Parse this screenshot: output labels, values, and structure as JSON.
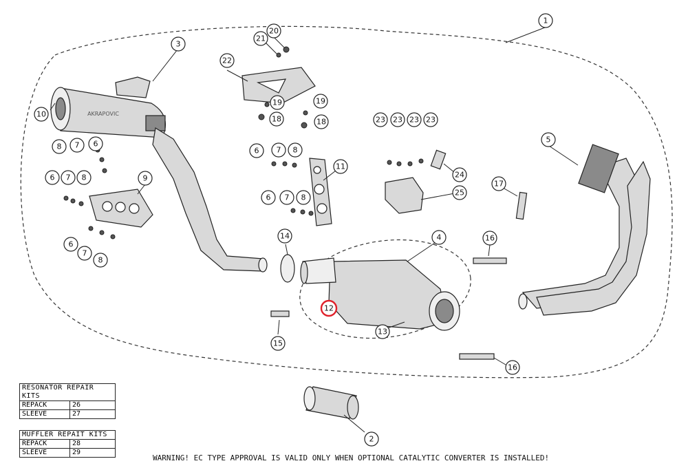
{
  "callouts": {
    "c1": "1",
    "c2": "2",
    "c3": "3",
    "c4": "4",
    "c5": "5",
    "c6a": "6",
    "c6b": "6",
    "c6c": "6",
    "c6d": "6",
    "c7a": "7",
    "c7b": "7",
    "c7c": "7",
    "c7d": "7",
    "c8a": "8",
    "c8b": "8",
    "c8c": "8",
    "c8d": "8",
    "c9": "9",
    "c10": "10",
    "c11": "11",
    "c12": "12",
    "c13": "13",
    "c14": "14",
    "c15": "15",
    "c16a": "16",
    "c16b": "16",
    "c17": "17",
    "c18a": "18",
    "c18b": "18",
    "c19a": "19",
    "c19b": "19",
    "c20": "20",
    "c21": "21",
    "c22": "22",
    "c23a": "23",
    "c23b": "23",
    "c23c": "23",
    "c23d": "23",
    "c24": "24",
    "c25": "25"
  },
  "brand_text": "AKRAPOVIC",
  "highlight_color": "#e0202a",
  "resonator_kits": {
    "title": "RESONATOR REPAIR KITS",
    "rows": [
      {
        "label": "REPACK",
        "value": "26"
      },
      {
        "label": "SLEEVE",
        "value": "27"
      }
    ]
  },
  "muffler_kits": {
    "title": "MUFFLER REPAIT KITS",
    "rows": [
      {
        "label": "REPACK",
        "value": "28"
      },
      {
        "label": "SLEEVE",
        "value": "29"
      }
    ]
  },
  "warning": "WARNING! EC TYPE APPROVAL IS VALID ONLY WHEN OPTIONAL CATALYTIC CONVERTER IS INSTALLED!"
}
